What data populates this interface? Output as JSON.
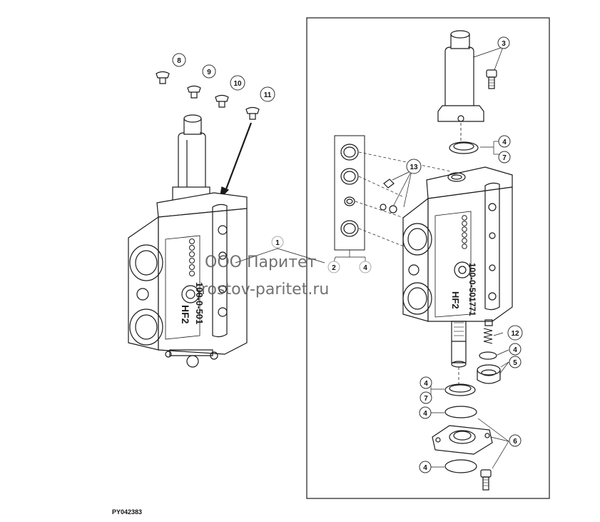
{
  "figure_id": "PY042383",
  "watermark": {
    "line1": "ООО Паритет",
    "line2": "rostov-paritet.ru"
  },
  "callouts": {
    "c1": "1",
    "c2": "2",
    "c3": "3",
    "c4": "4",
    "c5": "5",
    "c6": "6",
    "c7": "7",
    "c8": "8",
    "c9": "9",
    "c10": "10",
    "c11": "11",
    "c12": "12",
    "c13": "13"
  },
  "body_markings": {
    "left_code": "HF2",
    "left_serial": "100-0-501",
    "right_code": "HF2",
    "right_serial": "100-0-501771"
  }
}
